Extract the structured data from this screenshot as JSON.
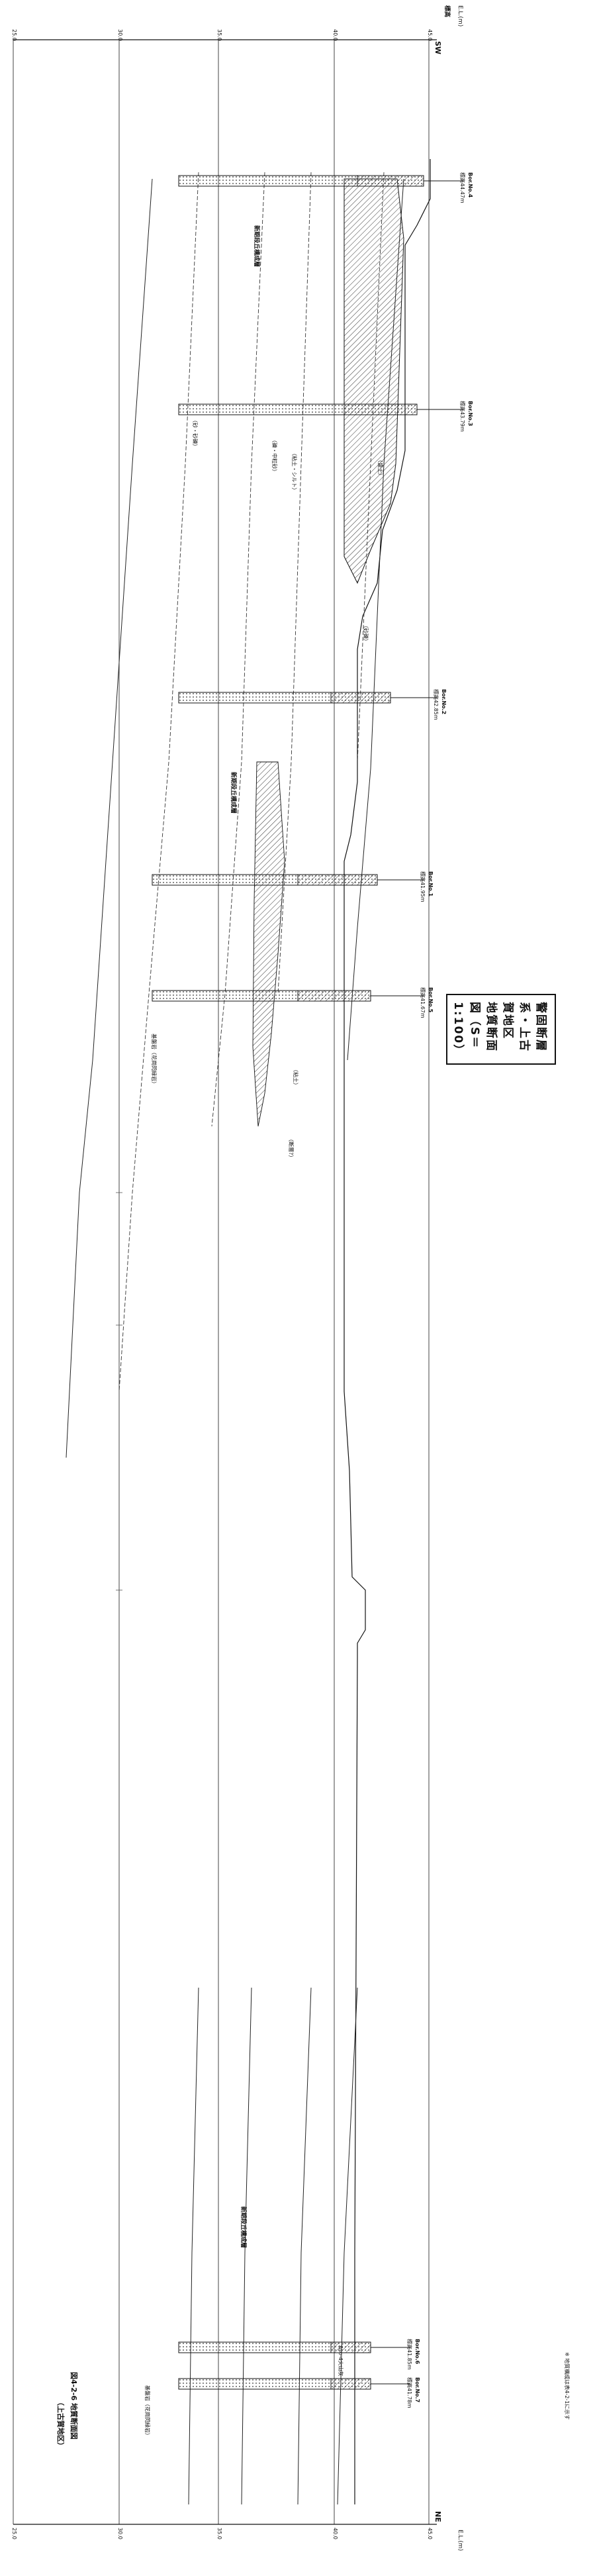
{
  "header": {
    "top_el_label": "E.L.(m)",
    "top_direction": "SW",
    "top_direction_kanji": "標高",
    "bottom_el_label": "E.L.(m)",
    "bottom_direction": "NE"
  },
  "elevation_ticks_top": [
    "25.0",
    "30.0",
    "35.0",
    "40.0",
    "45.0"
  ],
  "elevation_ticks_bottom": [
    "25.0",
    "30.0",
    "35.0",
    "40.0",
    "45.0"
  ],
  "main_title": "警固断層系・上古賀地区　地質断面図（S＝1:100）",
  "figure_caption": {
    "number": "図4-2-6 地質断面図",
    "sub": "（上古賀地区）"
  },
  "note_corner": "※ 地質構成は表4-2-1に示す",
  "boreholes": [
    {
      "name": "Bor.No.4",
      "elev": "標高44.47m"
    },
    {
      "name": "Bor.No.3",
      "elev": "標高43.79m"
    },
    {
      "name": "Bor.No.2",
      "elev": "標高42.85m"
    },
    {
      "name": "Bor.No.1",
      "elev": "標高41.95m"
    },
    {
      "name": "Bor.No.5",
      "elev": "標高41.67m"
    },
    {
      "name": "Bor.No.6",
      "elev": "標高41.85m"
    },
    {
      "name": "Bor.No.7",
      "elev": "標高41.78m"
    }
  ],
  "unit_labels": {
    "shinsen_1": "新期段丘構成層",
    "shinsen_2": "新期段丘構成層",
    "shinsen_3": "新期段丘構成層",
    "kiban_1": "基盤岩（花崗閃緑岩）",
    "kiban_2": "基盤岩（花崗閃緑岩）",
    "sand_gravel": "（砂・砂礫）",
    "clay": "（粘土）",
    "silt": "（粘土・シルト）",
    "gravel": "（砂礫）",
    "coarse": "（礫・中粒砂）",
    "fill": "（盛土）",
    "ash": "Aso-4火山灰",
    "fault_q": "（断層?）"
  }
}
